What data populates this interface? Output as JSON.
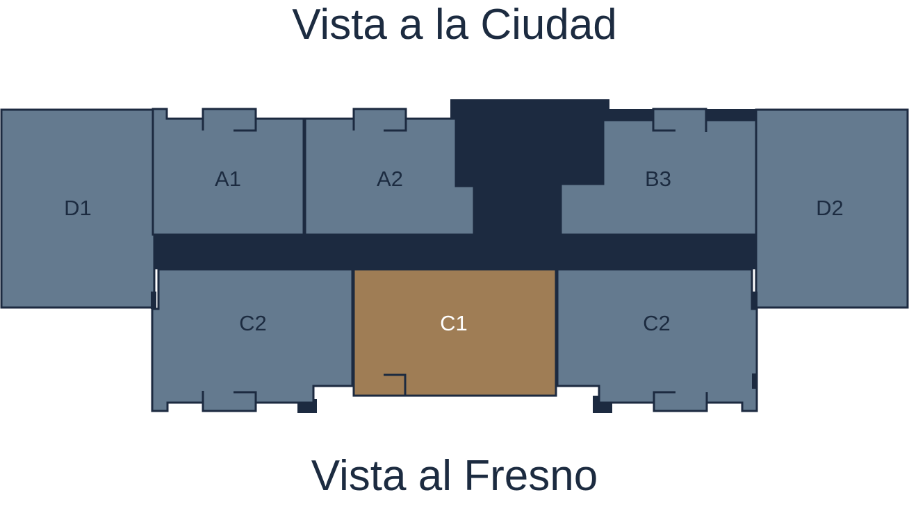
{
  "views": {
    "top": "Vista a la Ciudad",
    "bottom": "Vista al Fresno"
  },
  "units": [
    {
      "id": "D1",
      "label": "D1",
      "selected": false
    },
    {
      "id": "A1",
      "label": "A1",
      "selected": false
    },
    {
      "id": "A2",
      "label": "A2",
      "selected": false
    },
    {
      "id": "B3",
      "label": "B3",
      "selected": false
    },
    {
      "id": "D2",
      "label": "D2",
      "selected": false
    },
    {
      "id": "C2-left",
      "label": "C2",
      "selected": false
    },
    {
      "id": "C1",
      "label": "C1",
      "selected": true
    },
    {
      "id": "C2-right",
      "label": "C2",
      "selected": false
    }
  ],
  "colors": {
    "unit_fill": "#647a8f",
    "selected_fill": "#9f7d55",
    "core_fill": "#1c2a40",
    "label": "#1c2b40",
    "selected_label": "#ffffff"
  }
}
